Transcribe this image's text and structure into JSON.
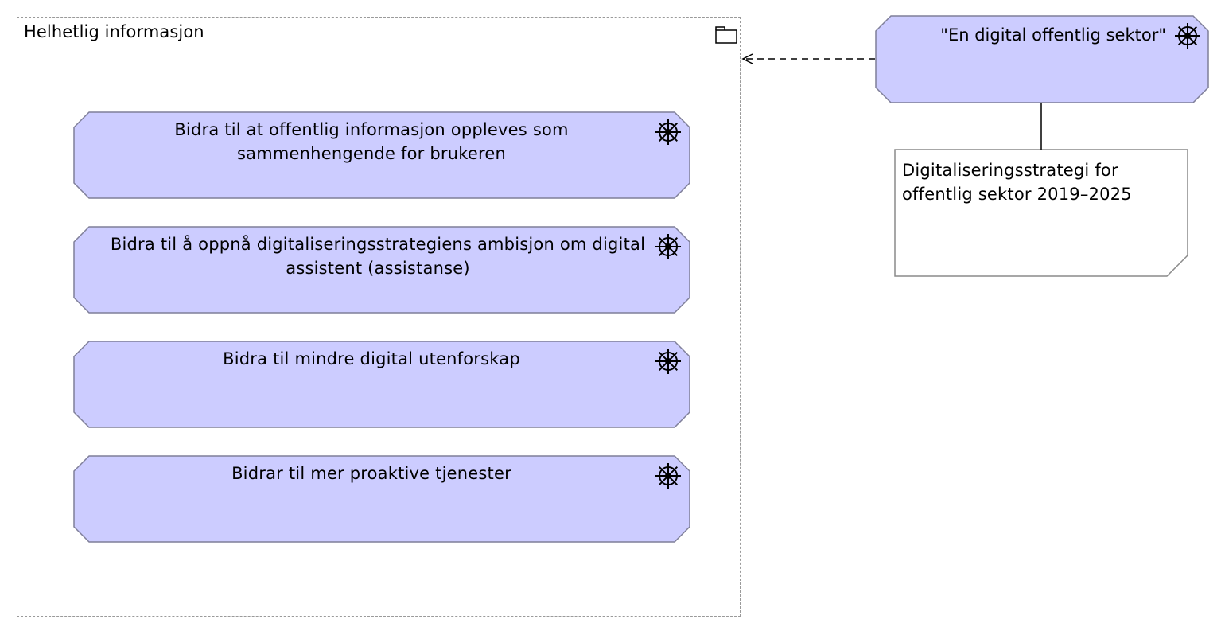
{
  "group": {
    "label": "Helhetlig informasjon",
    "icon": "folder-icon"
  },
  "goals": [
    {
      "label": "Bidra til at offentlig informasjon oppleves som sammenhengende for brukeren",
      "icon": "helm-wheel-icon"
    },
    {
      "label": "Bidra til å oppnå digitaliseringsstrategiens ambisjon om digital assistent (assistanse)",
      "icon": "helm-wheel-icon"
    },
    {
      "label": "Bidra til mindre digital utenforskap",
      "icon": "helm-wheel-icon"
    },
    {
      "label": "Bidrar til mer proaktive tjenester",
      "icon": "helm-wheel-icon"
    }
  ],
  "strategy": {
    "label": "\"En digital offentlig sektor\"",
    "icon": "helm-wheel-icon"
  },
  "note": {
    "text": "Digitaliseringsstrategi for offentlig sektor 2019–2025"
  },
  "colors": {
    "goal_fill": "#ccccff",
    "goal_stroke": "#7f7f99",
    "group_border": "#9a9a9a",
    "note_border": "#8a8a8a",
    "connector": "#000000"
  }
}
